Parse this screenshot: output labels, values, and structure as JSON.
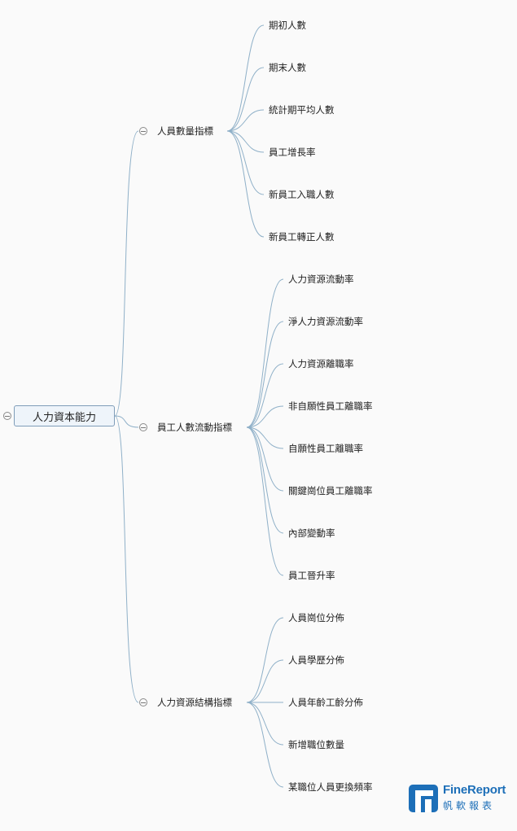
{
  "root": {
    "label": "人力資本能力"
  },
  "branches": [
    {
      "label": "人員數量指標",
      "leaves": [
        "期初人數",
        "期末人數",
        "統計期平均人數",
        "員工增長率",
        "新員工入職人數",
        "新員工轉正人數"
      ]
    },
    {
      "label": "員工人數流動指標",
      "leaves": [
        "人力資源流動率",
        "淨人力資源流動率",
        "人力資源離職率",
        "非自願性員工離職率",
        "自願性員工離職率",
        "關鍵崗位員工離職率",
        "內部變動率",
        "員工晉升率"
      ]
    },
    {
      "label": "人力資源結構指標",
      "leaves": [
        "人員崗位分佈",
        "人員學歷分佈",
        "人員年齡工齡分佈",
        "新增職位數量",
        "某職位人員更換頻率"
      ]
    }
  ],
  "logo": {
    "name": "FineReport",
    "sub": "帆軟報表"
  },
  "colors": {
    "connector": "#8fb0c8",
    "root_border": "#7f9db9",
    "root_fill": "#eef4fa",
    "brand": "#1d6fb8"
  }
}
